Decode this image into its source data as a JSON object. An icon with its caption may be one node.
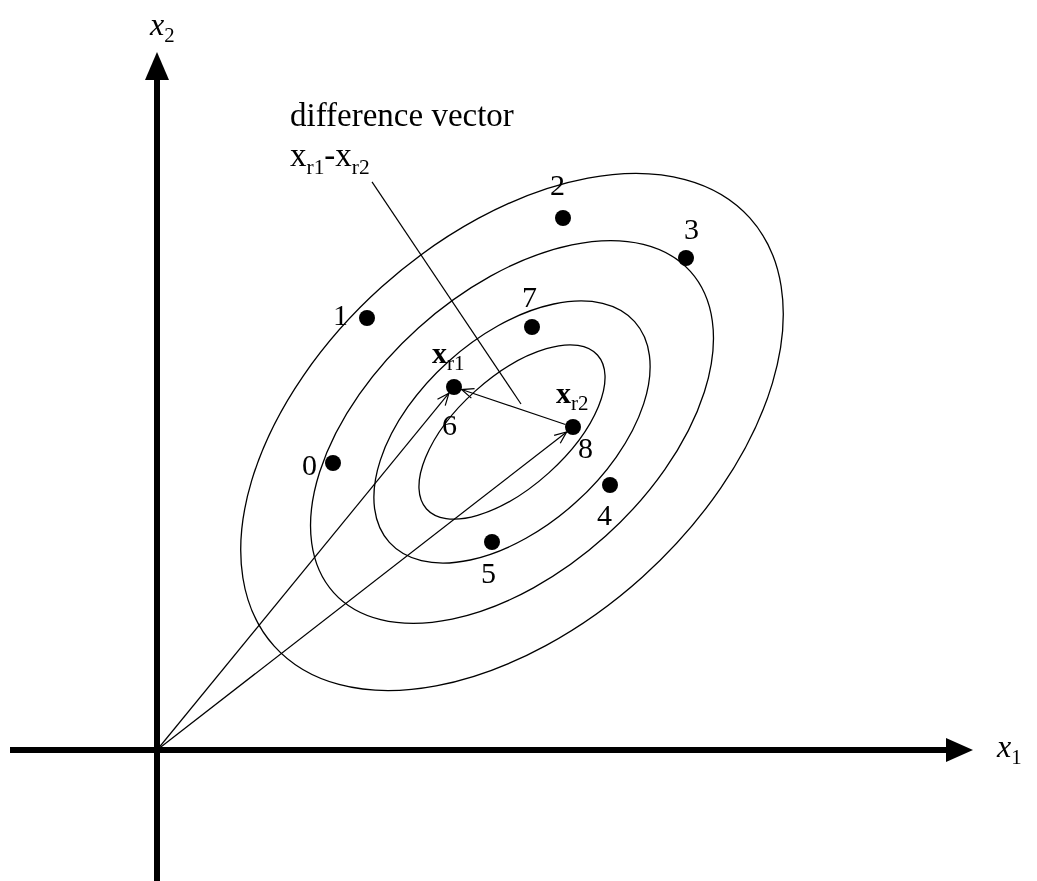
{
  "diagram": {
    "nodes": [
      {
        "text": [
          "difference vector x$_{r1}$-x$_{r2}$"
        ]
      },
      {
        "text": [
          "2"
        ]
      },
      {
        "text": [
          "3"
        ]
      },
      {
        "text": [
          "1"
        ]
      },
      {
        "text": [
          "7"
        ]
      },
      {
        "text": [
          "**x**$_{r1}$",
          "6"
        ]
      },
      {
        "text": [
          "**x**$_{r2}$",
          "8"
        ]
      },
      {
        "text": [
          "0"
        ]
      },
      {
        "text": [
          "4"
        ]
      },
      {
        "text": [
          "5"
        ]
      }
    ],
    "edges": [
      {
        "from": null,
        "to": 5,
        "arrow": "to"
      },
      {
        "from": null,
        "to": 6,
        "arrow": "to"
      },
      {
        "from": 6,
        "to": 5,
        "arrow": "to"
      },
      {
        "from": 0,
        "to": null,
        "arrow": "none"
      }
    ],
    "labels": [
      "*x*$_{2}$",
      "*x*$_{1}$"
    ]
  }
}
